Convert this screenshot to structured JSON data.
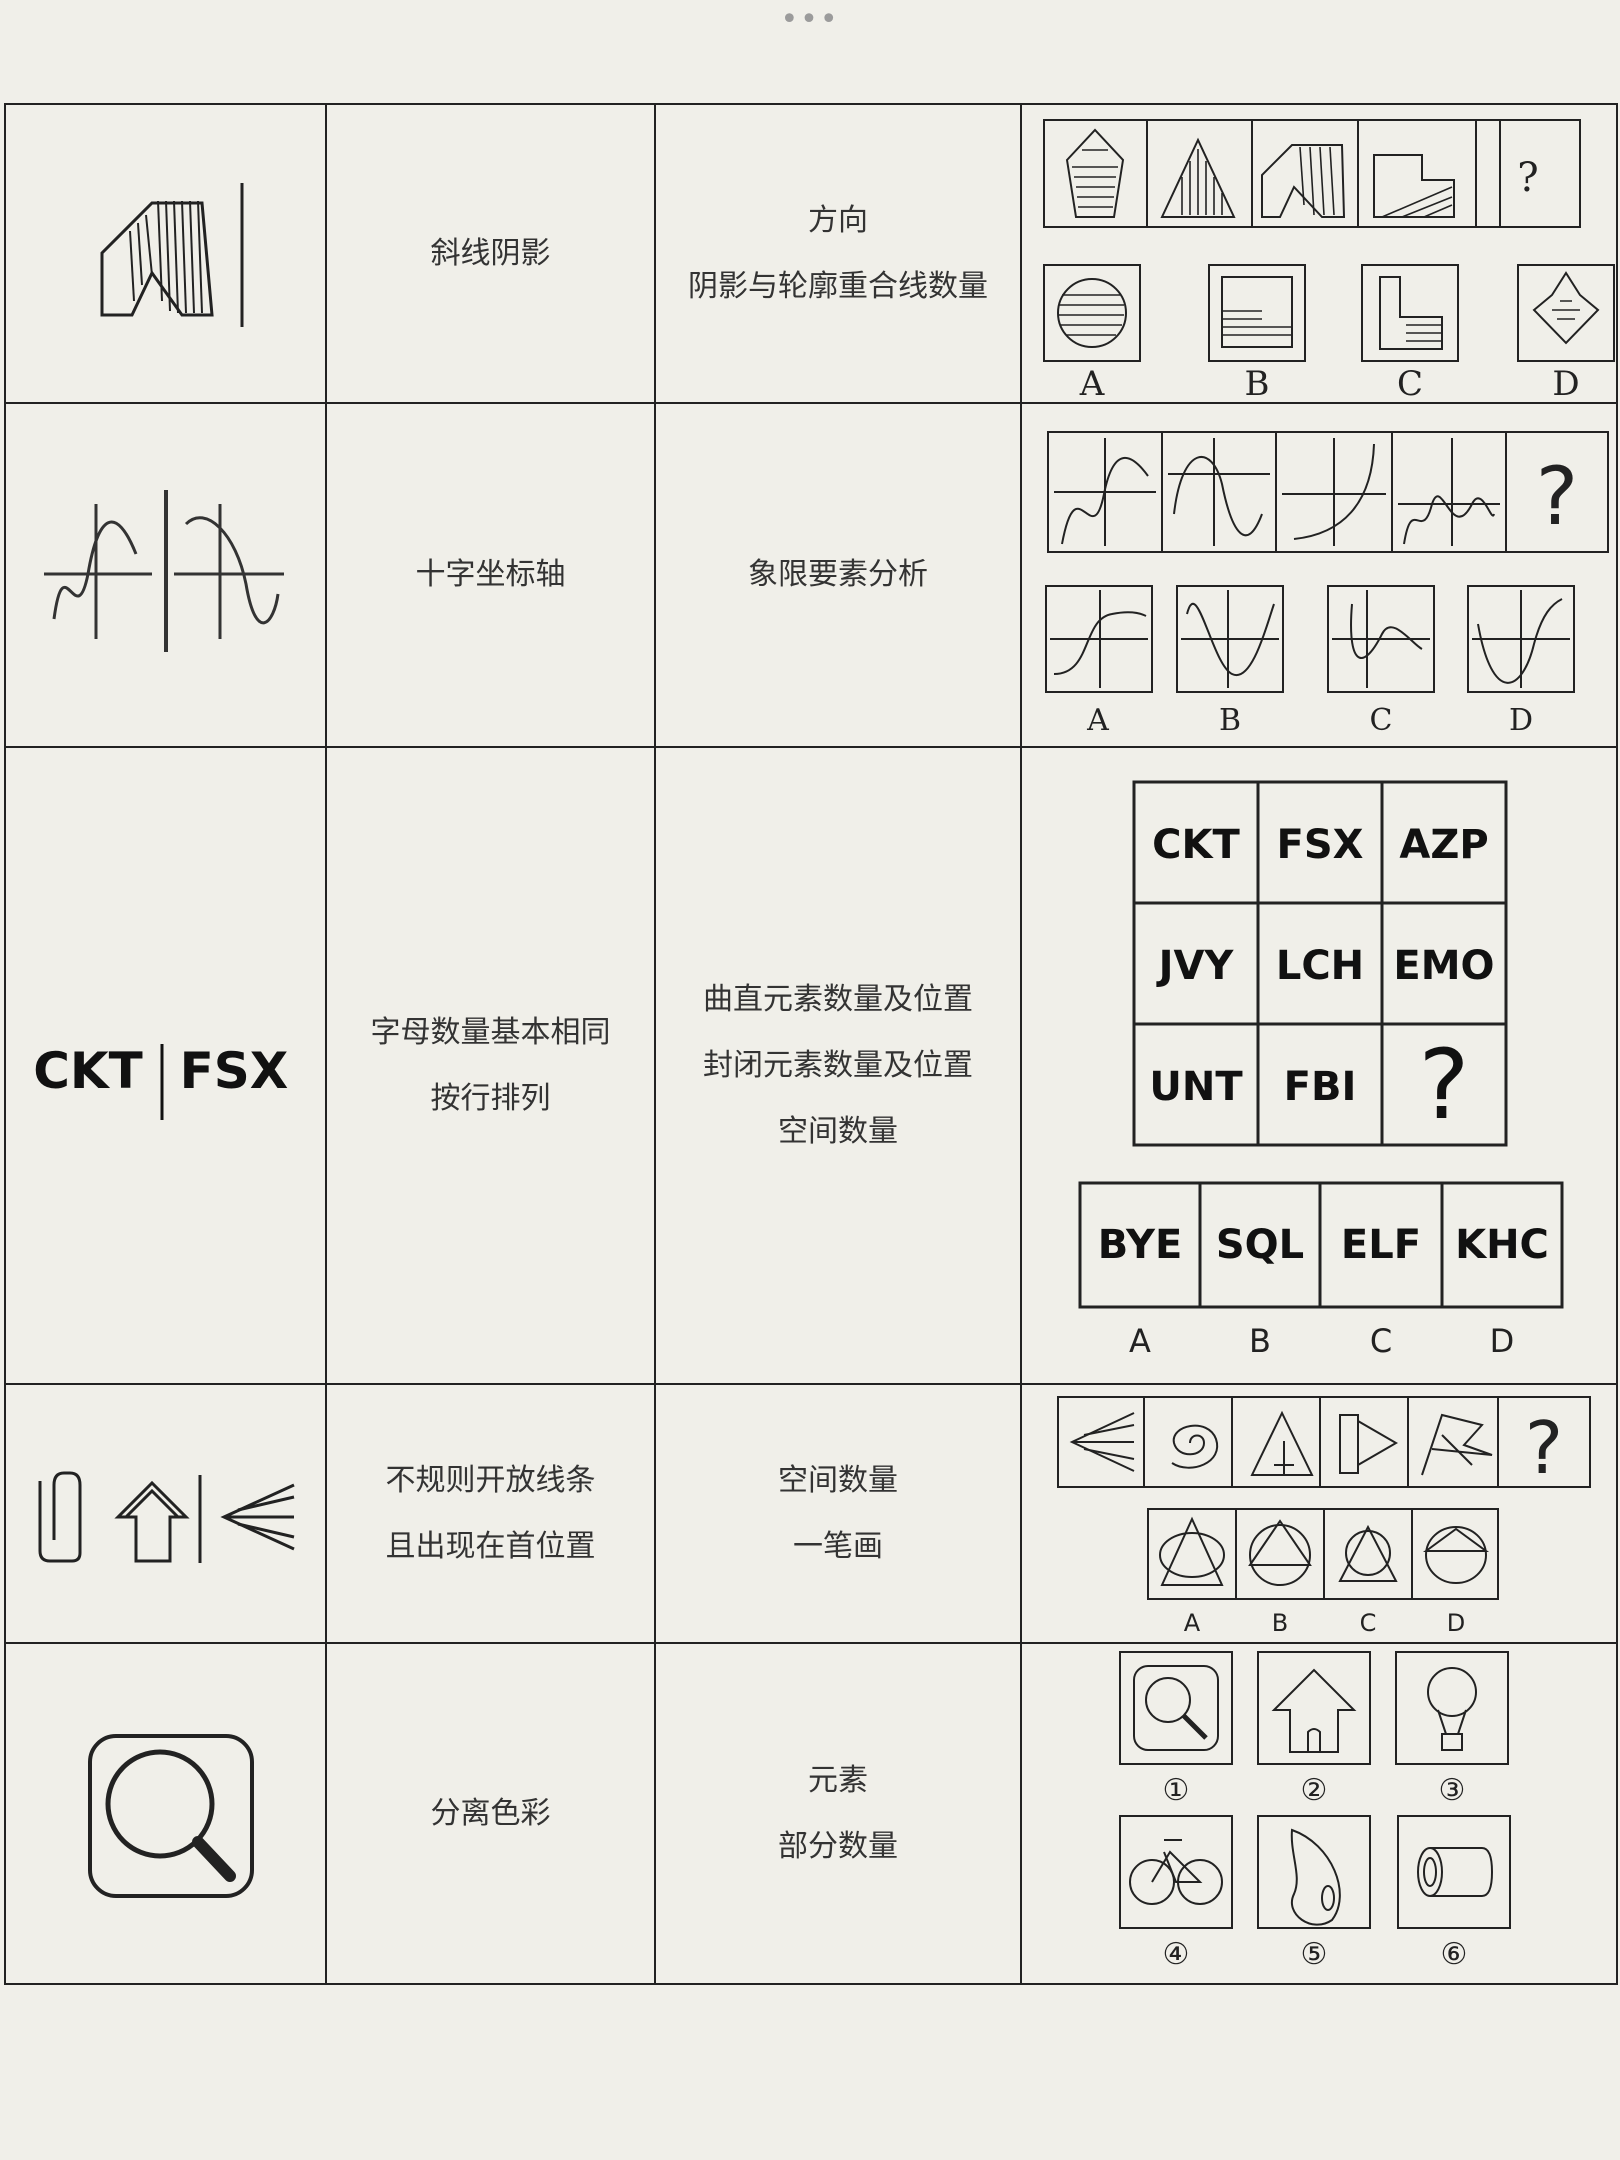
{
  "rows": [
    {
      "technique": [
        "斜线阴影"
      ],
      "focus": [
        "方向",
        "阴影与轮廓重合线数量"
      ],
      "example_sequence": [
        "?"
      ],
      "options": [
        "A",
        "B",
        "C",
        "D"
      ]
    },
    {
      "technique": [
        "十字坐标轴"
      ],
      "focus": [
        "象限要素分析"
      ],
      "example_sequence": [
        "?"
      ],
      "options": [
        "A",
        "B",
        "C",
        "D"
      ]
    },
    {
      "technique": [
        "字母数量基本相同",
        "按行排列"
      ],
      "focus": [
        "曲直元素数量及位置",
        "封闭元素数量及位置",
        "空间数量"
      ],
      "thumbnail_letters": [
        "CKT",
        "FSX"
      ],
      "grid": [
        [
          "CKT",
          "FSX",
          "AZP"
        ],
        [
          "JVY",
          "LCH",
          "EMO"
        ],
        [
          "UNT",
          "FBI",
          "?"
        ]
      ],
      "option_words": [
        "BYE",
        "SQL",
        "ELF",
        "KHC"
      ],
      "options": [
        "A",
        "B",
        "C",
        "D"
      ]
    },
    {
      "technique": [
        "不规则开放线条",
        "且出现在首位置"
      ],
      "focus": [
        "空间数量",
        "一笔画"
      ],
      "example_sequence": [
        "?"
      ],
      "options": [
        "A",
        "B",
        "C",
        "D"
      ]
    },
    {
      "technique": [
        "分离色彩"
      ],
      "focus": [
        "元素",
        "部分数量"
      ],
      "options": [
        "①",
        "②",
        "③",
        "④",
        "⑤",
        "⑥"
      ]
    }
  ],
  "top_indicator": "•••"
}
